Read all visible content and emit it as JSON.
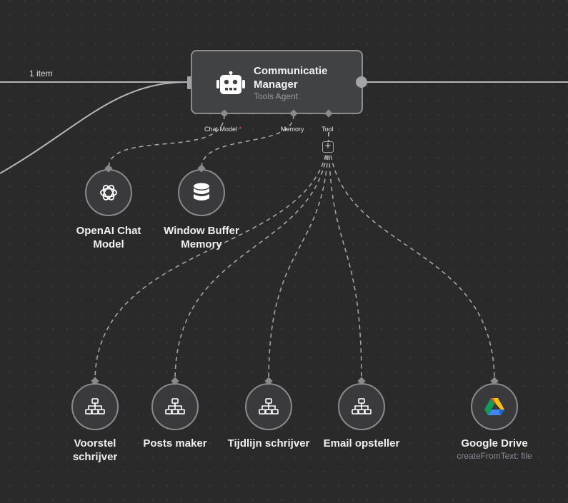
{
  "canvas": {
    "connection_label": "1 item"
  },
  "agent_node": {
    "title": "Communicatie Manager",
    "subtitle": "Tools Agent",
    "icon": "robot-icon",
    "ports": {
      "chat_model": "Chat Model",
      "chat_model_required": "*",
      "memory": "Memory",
      "tool": "Tool"
    },
    "add_tool_symbol": "+"
  },
  "sub_nodes": [
    {
      "label": "OpenAI Chat\nModel",
      "icon": "openai-icon"
    },
    {
      "label": "Window Buffer\nMemory",
      "icon": "database-icon"
    }
  ],
  "tool_nodes": [
    {
      "label": "Voorstel\nschrijver",
      "icon": "workflow-icon"
    },
    {
      "label": "Posts maker",
      "icon": "workflow-icon"
    },
    {
      "label": "Tijdlijn schrijver",
      "icon": "workflow-icon"
    },
    {
      "label": "Email opsteller",
      "icon": "workflow-icon"
    },
    {
      "label": "Google Drive",
      "subtitle": "createFromText: file",
      "icon": "google-drive-icon"
    }
  ]
}
